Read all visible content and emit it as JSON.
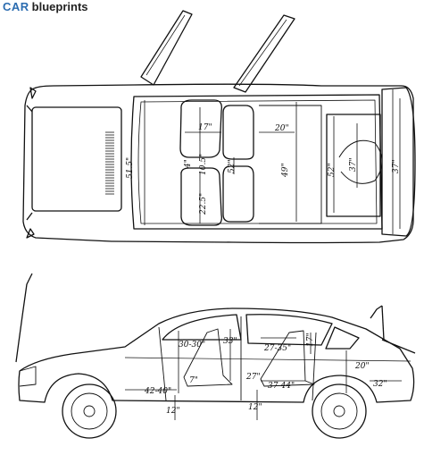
{
  "logo": {
    "car": "CAR",
    "blueprints": "blueprints",
    "car_color": "#2b6cb0",
    "blueprints_color": "#222222"
  },
  "colors": {
    "ink": "#111111",
    "paper": "#ffffff"
  },
  "top_view": {
    "labels": {
      "front_seat_width": "17\"",
      "interior_width": "51.5\"",
      "seat_depth_a": "4\"",
      "seat_depth_b": "10.5\"",
      "front_legroom": "22.5\"",
      "seat_height": "52\"",
      "rear_seat_width": "20\"",
      "rear_width": "49\"",
      "trunk_width": "52\"",
      "trunk_depth": "37\"",
      "rear_track": "37\""
    }
  },
  "side_view": {
    "labels": {
      "front_headroom": "30-30\"",
      "b_pillar": "33\"",
      "rear_headroom": "27-35\"",
      "trunk_height": "20\"",
      "front_legroom": "42-40\"",
      "front_seat": "7\"",
      "front_floor": "12\"",
      "rear_legroom": "37-44\"",
      "rear_seat": "27\"",
      "rear_floor": "12\"",
      "boot_length": "32\"",
      "rear_length": "17\""
    }
  }
}
